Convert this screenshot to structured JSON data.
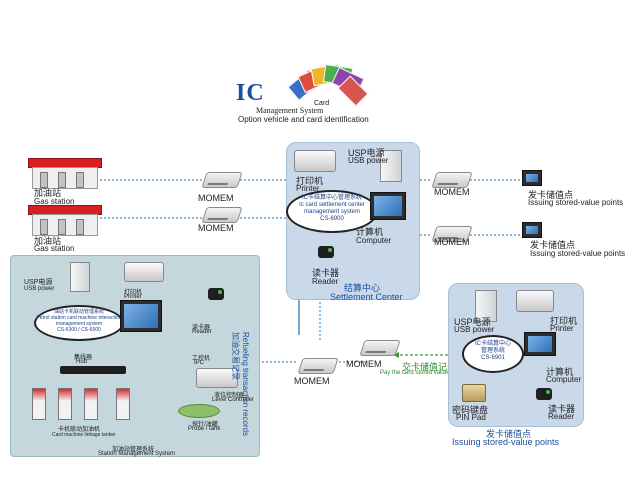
{
  "header": {
    "logo_letters": "IC",
    "card_label": "Card",
    "subtitle": "Management System",
    "tagline": "Option vehicle and card identification"
  },
  "gas_stations": [
    {
      "cn": "加油站",
      "en": "Gas station"
    },
    {
      "cn": "加油站",
      "en": "Gas station"
    }
  ],
  "modems": {
    "left_top": "MOMEM",
    "left_bottom": "MOMEM",
    "right_top": "MOMEM",
    "right_bottom": "MOMEM",
    "center_bottom_left": "MOMEM",
    "center_bottom_right": "MOMEM"
  },
  "settlement_center": {
    "usp_cn": "USP电源",
    "usp_en": "USB power",
    "printer_cn": "打印机",
    "printer_en": "Printer",
    "bubble_lines": [
      "IC卡结算中心管理系统",
      "Ic card settlement center",
      "management system",
      "CS-6900"
    ],
    "computer_cn": "计算机",
    "computer_en": "Computer",
    "reader_cn": "读卡器",
    "reader_en": "Reader",
    "title_cn": "结算中心",
    "title_en": "Settlement Center"
  },
  "stored_value_right": [
    {
      "cn": "发卡储值点",
      "en": "Issuing stored-value points"
    },
    {
      "cn": "发卡储值点",
      "en": "Issuing stored-value points"
    }
  ],
  "station_mgmt": {
    "usp_cn": "USP电源",
    "usp_en": "USB power",
    "printer_cn": "打印机",
    "printer_en": "Printer",
    "bubble_lines": [
      "油站卡机联动管理系统",
      "Petrol station card machine interaction",
      "management system",
      "CS-6300 / CS-6500"
    ],
    "reader_cn": "读卡器",
    "reader_en": "Reader",
    "hub_cn": "集线器",
    "hub_en": "Hub",
    "ipc_cn": "工控机",
    "ipc_en": "IPC",
    "level_cn": "液位控制器",
    "level_en": "Level Controller",
    "tanker_cn": "卡机联动加油机",
    "tanker_en": "Card machine linkage tanker",
    "probe_cn": "探针/油罐",
    "probe_en": "Probe / tank",
    "title_cn": "加油站管理系统",
    "title_en": "Station Management System"
  },
  "refuel_records": {
    "cn": "加油交易记录",
    "en": "Refueling transaction records"
  },
  "stored_value_panel": {
    "usp_cn": "USP电源",
    "usp_en": "USB power",
    "printer_cn": "打印机",
    "printer_en": "Printer",
    "bubble_lines": [
      "IC卡结算中心",
      "管理系统",
      "CS-6901"
    ],
    "computer_cn": "计算机",
    "computer_en": "Computer",
    "pin_cn": "密码键盘",
    "pin_en": "PIN Pad",
    "reader_cn": "读卡器",
    "reader_en": "Reader",
    "title_cn": "发卡储值点",
    "title_en": "Issuing stored-value points"
  },
  "pay_record": {
    "cn": "交卡储值记录",
    "en": "Pay the card stored value record"
  },
  "colors": {
    "panel_blue": "#c9d9ea",
    "station_panel": "#c3d7dc",
    "line_blue": "#1f6fb5",
    "arrow_green": "#3a9a3a",
    "brand_blue": "#1b4f9c"
  }
}
